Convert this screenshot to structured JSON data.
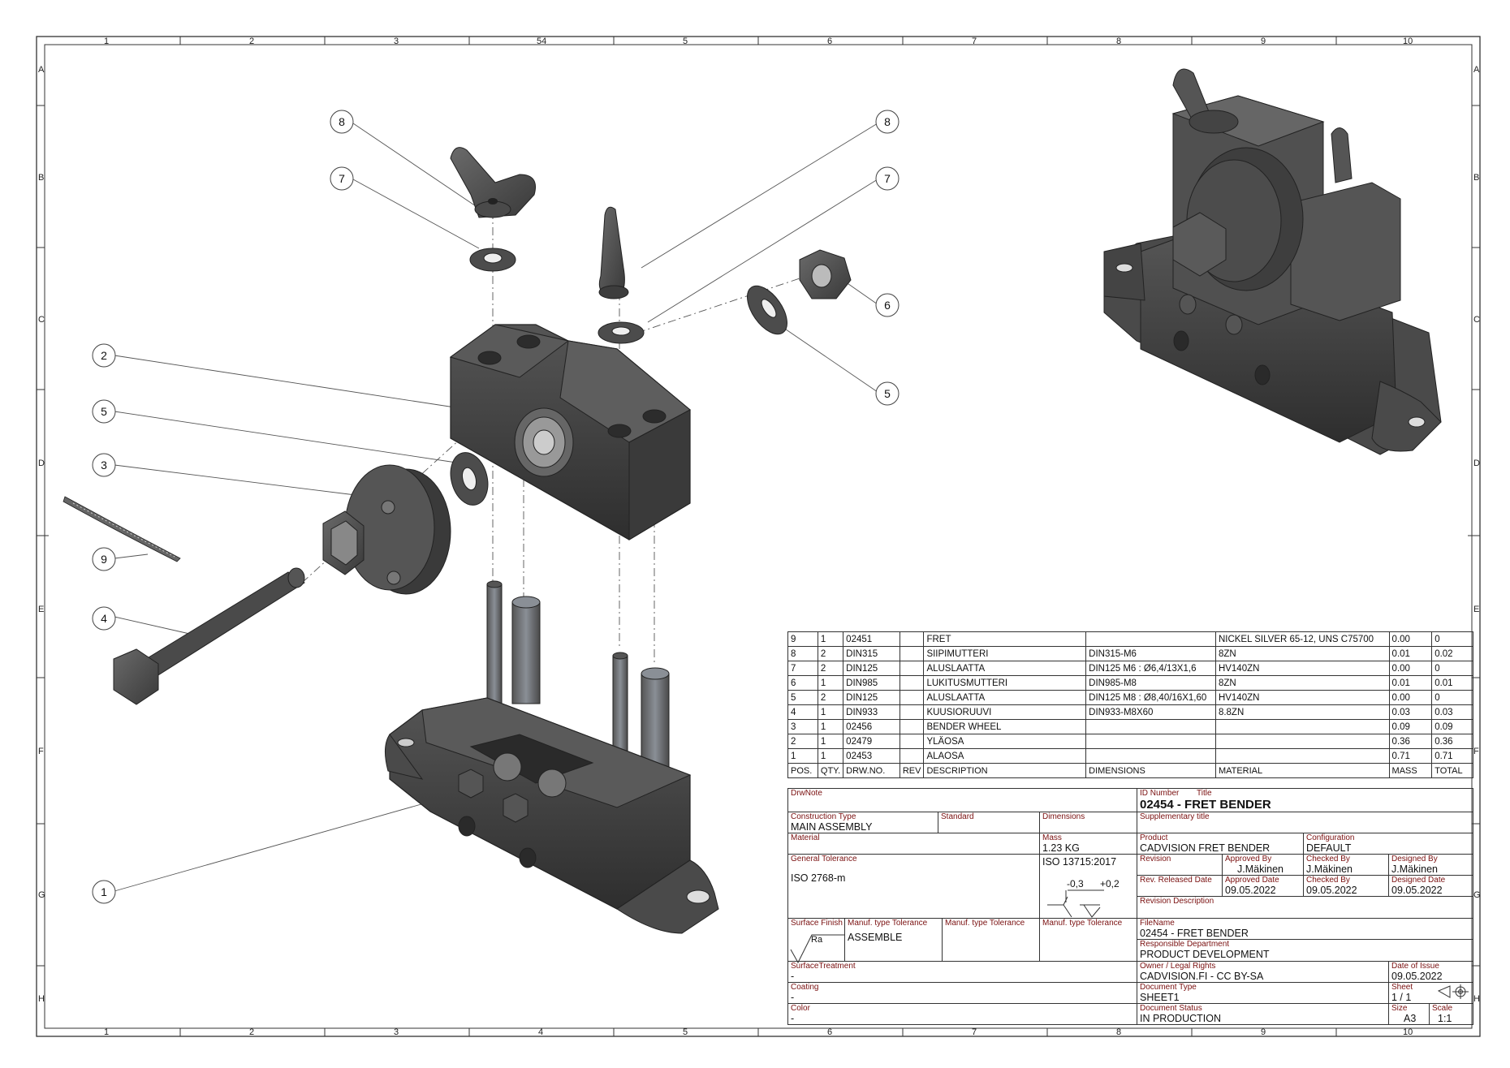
{
  "sheet": {
    "column_labels_top": [
      "1",
      "2",
      "3",
      "54",
      "5",
      "6",
      "7",
      "8",
      "9",
      "10"
    ],
    "column_labels_bottom": [
      "1",
      "2",
      "3",
      "4",
      "5",
      "6",
      "7",
      "8",
      "9",
      "10"
    ],
    "row_labels": [
      "A",
      "B",
      "C",
      "D",
      "E",
      "F",
      "G",
      "H"
    ]
  },
  "balloons": [
    "8",
    "7",
    "8",
    "7",
    "6",
    "5",
    "2",
    "5",
    "3",
    "9",
    "4",
    "1"
  ],
  "bom": {
    "headers": [
      "POS.",
      "QTY.",
      "DRW.NO.",
      "REV",
      "DESCRIPTION",
      "DIMENSIONS",
      "MATERIAL",
      "MASS",
      "TOTAL"
    ],
    "rows": [
      [
        "9",
        "1",
        "02451",
        "",
        "FRET",
        "",
        "NICKEL SILVER 65-12, UNS C75700",
        "0.00",
        "0"
      ],
      [
        "8",
        "2",
        "DIN315",
        "",
        "SIIPIMUTTERI",
        "DIN315-M6",
        "8ZN",
        "0.01",
        "0.02"
      ],
      [
        "7",
        "2",
        "DIN125",
        "",
        "ALUSLAATTA",
        "DIN125 M6 : Ø6,4/13X1,6",
        "HV140ZN",
        "0.00",
        "0"
      ],
      [
        "6",
        "1",
        "DIN985",
        "",
        "LUKITUSMUTTERI",
        "DIN985-M8",
        "8ZN",
        "0.01",
        "0.01"
      ],
      [
        "5",
        "2",
        "DIN125",
        "",
        "ALUSLAATTA",
        "DIN125 M8 : Ø8,40/16X1,60",
        "HV140ZN",
        "0.00",
        "0"
      ],
      [
        "4",
        "1",
        "DIN933",
        "",
        "KUUSIORUUVI",
        "DIN933-M8X60",
        "8.8ZN",
        "0.03",
        "0.03"
      ],
      [
        "3",
        "1",
        "02456",
        "",
        "BENDER WHEEL",
        "",
        "",
        "0.09",
        "0.09"
      ],
      [
        "2",
        "1",
        "02479",
        "",
        "YLÄOSA",
        "",
        "",
        "0.36",
        "0.36"
      ],
      [
        "1",
        "1",
        "02453",
        "",
        "ALAOSA",
        "",
        "",
        "0.71",
        "0.71"
      ]
    ]
  },
  "title_block": {
    "drwnote_label": "DrwNote",
    "id_number_label": "ID Number",
    "title_label": "Title",
    "title_value": "02454 - FRET BENDER",
    "construction_type_label": "Construction Type",
    "construction_type_value": "MAIN ASSEMBLY",
    "standard_label": "Standard",
    "dimensions_label": "Dimensions",
    "supplementary_title_label": "Supplementary title",
    "material_label": "Material",
    "mass_label": "Mass",
    "mass_value": "1.23 KG",
    "product_label": "Product",
    "product_value": "CADVISION FRET BENDER",
    "configuration_label": "Configuration",
    "configuration_value": "DEFAULT",
    "general_tolerance_label": "General Tolerance",
    "general_tolerance_value": "ISO 2768-m",
    "iso_value": "ISO 13715:2017",
    "edge_minus": "-0,3",
    "edge_plus": "+0,2",
    "revision_label": "Revision",
    "approved_by_label": "Approved By",
    "approved_by_value": "J.Mäkinen",
    "checked_by_label": "Checked By",
    "checked_by_value": "J.Mäkinen",
    "designed_by_label": "Designed By",
    "designed_by_value": "J.Mäkinen",
    "rev_released_date_label": "Rev. Released Date",
    "approved_date_label": "Approved Date",
    "approved_date_value": "09.05.2022",
    "checked_date_label": "Checked By",
    "checked_date_value": "09.05.2022",
    "designed_date_label": "Designed Date",
    "designed_date_value": "09.05.2022",
    "revision_description_label": "Revision Description",
    "surface_finish_label": "Surface Finish",
    "surface_finish_symbol": "Ra",
    "manuf_tol_1_label": "Manuf. type Tolerance",
    "manuf_tol_1_value": "ASSEMBLE",
    "manuf_tol_2_label": "Manuf. type Tolerance",
    "manuf_tol_3_label": "Manuf. type Tolerance",
    "filename_label": "FileName",
    "filename_value": "02454 - FRET BENDER",
    "responsible_dept_label": "Responsible Department",
    "responsible_dept_value": "PRODUCT DEVELOPMENT",
    "surface_treatment_label": "SurfaceTreatment",
    "surface_treatment_value": "-",
    "owner_label": "Owner / Legal Rights",
    "owner_value": "CADVISION.FI - CC BY-SA",
    "date_of_issue_label": "Date of Issue",
    "date_of_issue_value": "09.05.2022",
    "coating_label": "Coating",
    "coating_value": "-",
    "document_type_label": "Document Type",
    "document_type_value": "SHEET1",
    "sheet_label": "Sheet",
    "sheet_value": "1 / 1",
    "color_label": "Color",
    "color_value": "-",
    "document_status_label": "Document Status",
    "document_status_value": "IN PRODUCTION",
    "size_label": "Size",
    "size_value": "A3",
    "scale_label": "Scale",
    "scale_value": "1:1"
  }
}
